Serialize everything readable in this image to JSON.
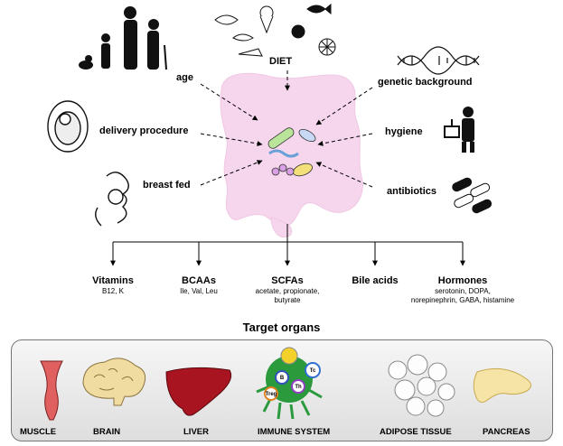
{
  "factors": {
    "diet": "DIET",
    "age": "age",
    "delivery": "delivery procedure",
    "breast": "breast fed",
    "genetic": "genetic background",
    "hygiene": "hygiene",
    "antibiotics": "antibiotics"
  },
  "outputs": [
    {
      "title": "Vitamins",
      "sub1": "B12, K",
      "sub2": ""
    },
    {
      "title": "BCAAs",
      "sub1": "Ile, Val, Leu",
      "sub2": ""
    },
    {
      "title": "SCFAs",
      "sub1": "acetate, propionate,",
      "sub2": "butyrate"
    },
    {
      "title": "Bile acids",
      "sub1": "",
      "sub2": ""
    },
    {
      "title": "Hormones",
      "sub1": "serotonin, DOPA,",
      "sub2": "norepinephrin,  GABA, histamine"
    }
  ],
  "target_title": "Target organs",
  "organs": [
    "MUSCLE",
    "BRAIN",
    "LIVER",
    "IMMUNE SYSTEM",
    "ADIPOSE TISSUE",
    "PANCREAS"
  ],
  "immune_cells": [
    "B",
    "Tc",
    "Th",
    "Treg"
  ],
  "colors": {
    "intestine": "#f5d6ec",
    "muscle": "#e06060",
    "brain": "#f0dba0",
    "liver": "#a8141f",
    "pancreas": "#f6e3a6",
    "immune_green": "#2a9a3c"
  }
}
